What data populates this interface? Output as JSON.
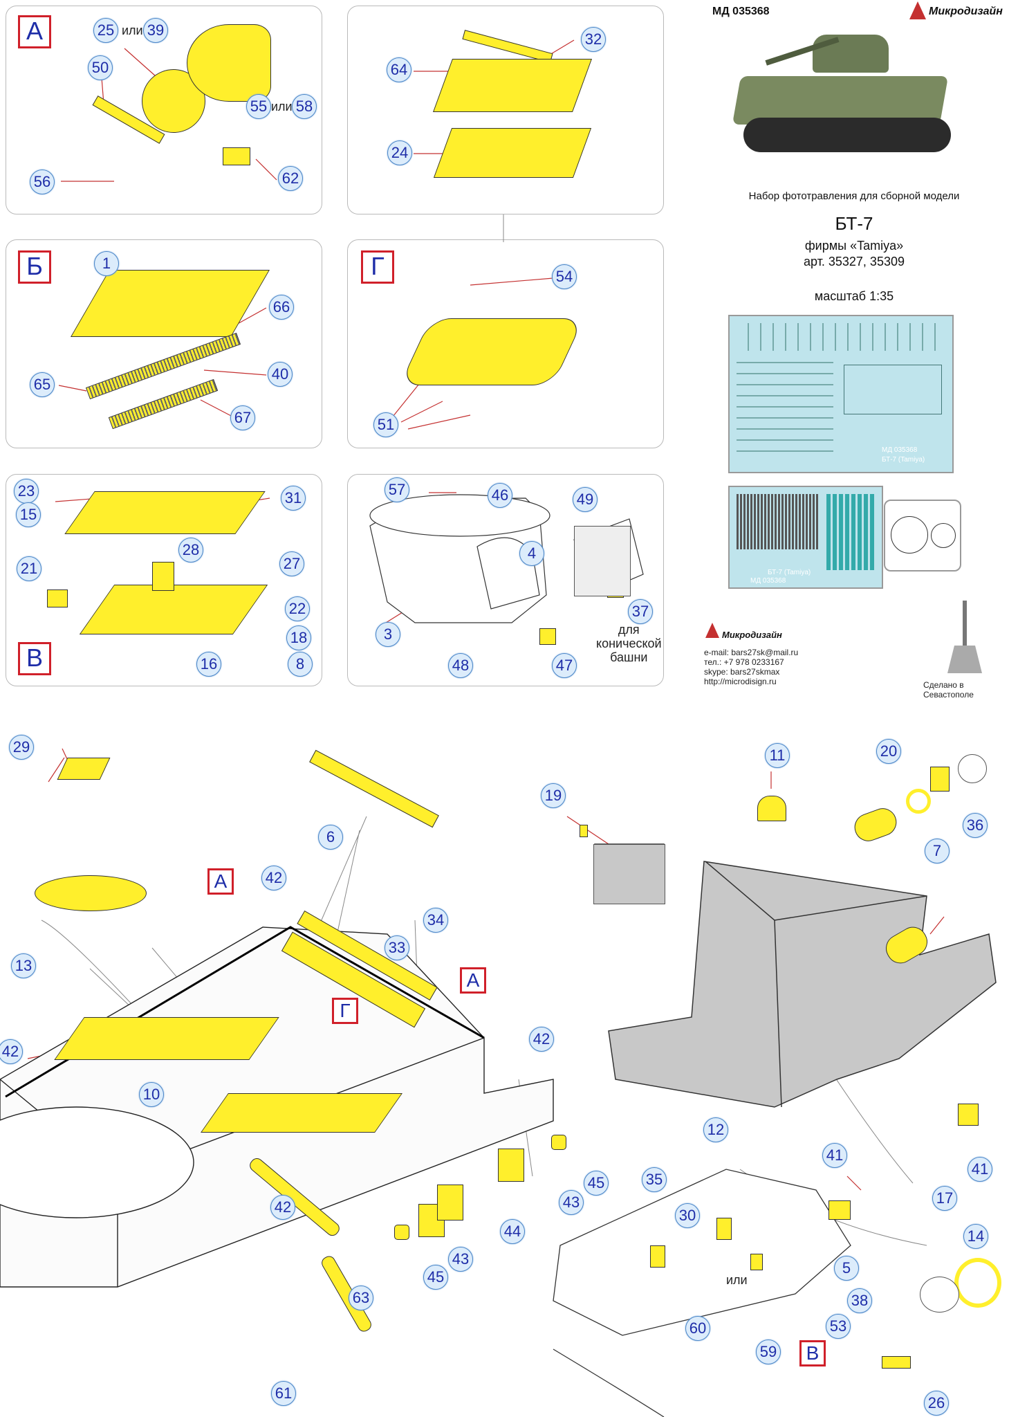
{
  "header": {
    "code": "МД 035368",
    "brand": "Микродизайн"
  },
  "info": {
    "subtitle": "Набор фототравления для сборной модели",
    "model": "БТ-7",
    "maker": "фирмы «Tamiya»",
    "article": "арт. 35327, 35309",
    "scale": "масштаб 1:35"
  },
  "contact": {
    "brand": "Микродизайн",
    "email": "e-mail: bars27sk@mail.ru",
    "phone": "тел.: +7 978 0233167",
    "skype": "skype: bars27skmax",
    "web": "http://microdisign.ru",
    "made": "Сделано в Севастополе"
  },
  "sections": {
    "a": "А",
    "b": "Б",
    "v": "В",
    "g": "Г"
  },
  "notes": {
    "or1": "или",
    "or2": "или",
    "or3": "или",
    "conical": "для\nконической\nбашни"
  },
  "fret": {
    "t1": "МД 035368",
    "t2": "БТ-7 (Tamiya)",
    "t3": "БТ-7 (Tamiya)",
    "t4": "МД 035368"
  },
  "labels": {
    "n1": "1",
    "n3": "3",
    "n4": "4",
    "n5": "5",
    "n6": "6",
    "n7": "7",
    "n8": "8",
    "n10": "10",
    "n11": "11",
    "n12": "12",
    "n13": "13",
    "n14": "14",
    "n15": "15",
    "n16": "16",
    "n17a": "17",
    "n18": "18",
    "n19": "19",
    "n20": "20",
    "n21": "21",
    "n22": "22",
    "n23": "23",
    "n24": "24",
    "n25": "25",
    "n26": "26",
    "n27": "27",
    "n28": "28",
    "n29": "29",
    "n30": "30",
    "n31": "31",
    "n32": "32",
    "n33": "33",
    "n34": "34",
    "n35": "35",
    "n36": "36",
    "n37": "37",
    "n38": "38",
    "n39": "39",
    "n40": "40",
    "n41a": "41",
    "n41b": "41",
    "n42a": "42",
    "n42b": "42",
    "n42c": "42",
    "n42d": "42",
    "n43a": "43",
    "n43b": "43",
    "n44": "44",
    "n45a": "45",
    "n45b": "45",
    "n46": "46",
    "n47": "47",
    "n48": "48",
    "n49": "49",
    "n50": "50",
    "n51": "51",
    "n53": "53",
    "n54": "54",
    "n55": "55",
    "n56": "56",
    "n57": "57",
    "n58": "58",
    "n59": "59",
    "n60": "60",
    "n61": "61",
    "n62": "62",
    "n63": "63",
    "n64": "64",
    "n65": "65",
    "n66": "66",
    "n67": "67"
  },
  "colors": {
    "part": "#ffef2c",
    "label_fill": "#dcecfb",
    "label_text": "#1e2da8",
    "section_border": "#d0202a",
    "hull": "#c8c8c8"
  }
}
